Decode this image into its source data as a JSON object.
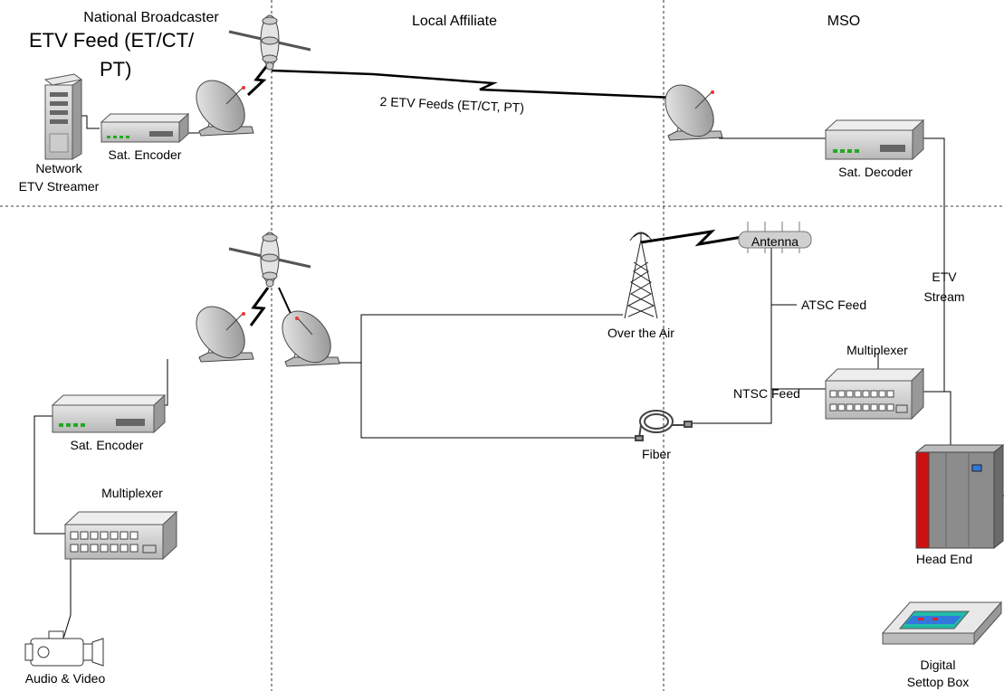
{
  "columns": {
    "national": "National Broadcaster",
    "local": "Local Affiliate",
    "mso": "MSO"
  },
  "title_line1": "ETV Feed (ET/CT/",
  "title_line2": "PT)",
  "labels": {
    "network_streamer_1": "Network",
    "network_streamer_2": "ETV Streamer",
    "sat_encoder_top": "Sat. Encoder",
    "feeds": "2 ETV Feeds (ET/CT, PT)",
    "sat_decoder": "Sat. Decoder",
    "antenna": "Antenna",
    "over_the_air": "Over the Air",
    "atsc_feed": "ATSC Feed",
    "etv_stream_1": "ETV",
    "etv_stream_2": "Stream",
    "multiplexer_right": "Multiplexer",
    "ntsc_feed": "NTSC Feed",
    "sat_encoder_bottom": "Sat. Encoder",
    "fiber": "Fiber",
    "multiplexer_left": "Multiplexer",
    "head_end": "Head End",
    "audio_video": "Audio & Video",
    "settop_1": "Digital",
    "settop_2": "Settop Box"
  },
  "colors": {
    "device_body": "#d4d4d4",
    "led_green": "#22aa22",
    "head_end_red": "#cc1111",
    "head_end_gray": "#8c8c8c",
    "settop_blue": "#3377dd",
    "settop_teal": "#22bbaa"
  }
}
